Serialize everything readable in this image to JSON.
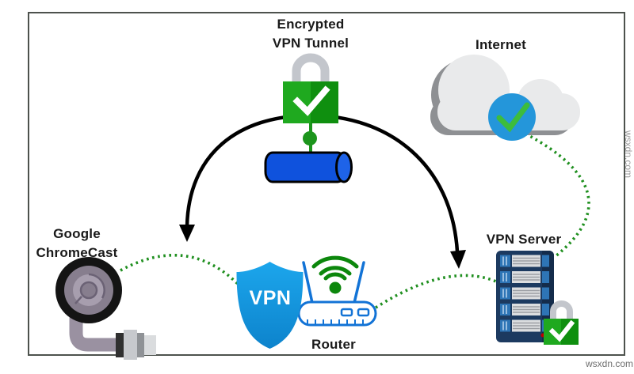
{
  "labels": {
    "tunnel_line1": "Encrypted",
    "tunnel_line2": "VPN Tunnel",
    "internet": "Internet",
    "chromecast_line1": "Google",
    "chromecast_line2": "ChromeCast",
    "vpn_server": "VPN Server",
    "router": "Router",
    "shield": "VPN"
  },
  "watermark": {
    "bottom": "wsxdn.com",
    "side": "wsxdn.com"
  },
  "colors": {
    "lock_green_light": "#1fa91f",
    "lock_green_dark": "#0f8f0f",
    "shackle_gray": "#c3c6cc",
    "connector_green": "#1c951c",
    "dotted_green": "#1f8f1f",
    "tunnel_blue": "#0f52dd",
    "tunnel_cap_blue": "#1e63e8",
    "cloud_gray": "#e9eaeb",
    "cloud_shadow": "#8e9093",
    "check_circle_blue": "#2496da",
    "check_green": "#3dbc3d",
    "shield_blue_top": "#1ca6ec",
    "shield_blue_bottom": "#0d83cc",
    "router_blue": "#1273d6",
    "wifi_green": "#0c870c",
    "server_navy": "#1c3a60",
    "server_navy_dark": "#142c4b",
    "server_bay_blue": "#2e75b6",
    "arrow_black": "#000000",
    "chromecast_gray": "#877e8e"
  }
}
